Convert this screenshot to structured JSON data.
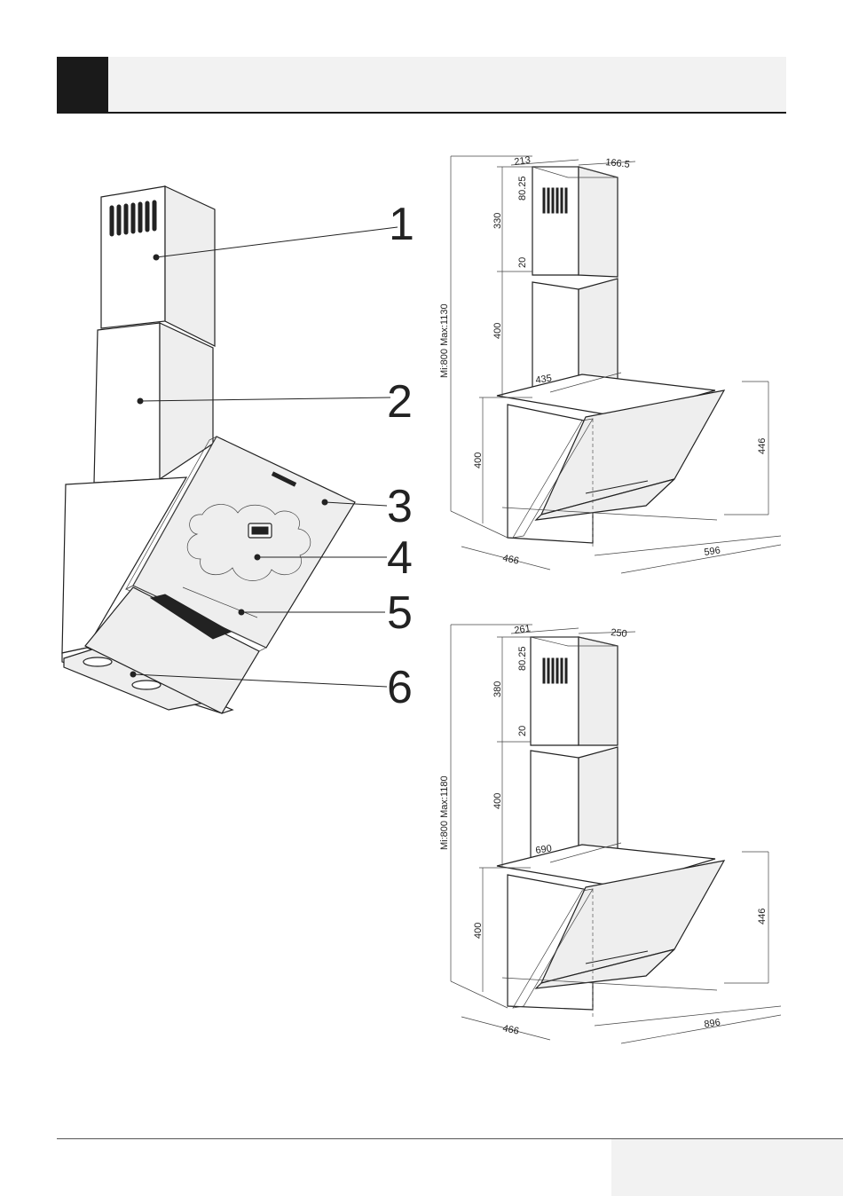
{
  "diagram": {
    "callouts": [
      "1",
      "2",
      "3",
      "4",
      "5",
      "6"
    ]
  },
  "drawing_top": {
    "dim_width_top": "213",
    "dim_depth_top": "166.5",
    "dim_vent": "80.25",
    "dim_upper_chimney": "330",
    "dim_gap": "20",
    "dim_lower_chimney": "400",
    "dim_total_height": "Mi:800  Max:1130",
    "dim_body_top": "435",
    "dim_body_height": "400",
    "dim_glass_height": "446",
    "dim_depth_bottom": "466",
    "dim_width_bottom": "596"
  },
  "drawing_bottom": {
    "dim_width_top": "261",
    "dim_depth_top": "250",
    "dim_vent": "80.25",
    "dim_upper_chimney": "380",
    "dim_gap": "20",
    "dim_lower_chimney": "400",
    "dim_total_height": "Mi:800  Max:1180",
    "dim_body_top": "690",
    "dim_body_height": "400",
    "dim_glass_height": "446",
    "dim_depth_bottom": "466",
    "dim_width_bottom": "896"
  }
}
